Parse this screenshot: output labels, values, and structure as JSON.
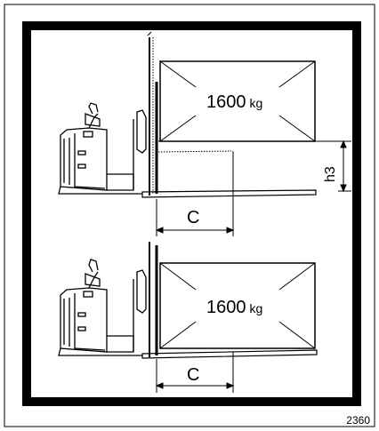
{
  "figure": {
    "reference_number": "2360",
    "load_top": {
      "value": "1600",
      "unit": "kg"
    },
    "load_bottom": {
      "value": "1600",
      "unit": "kg"
    },
    "dim_c_top": "C",
    "dim_h3": "h3",
    "dim_c_bottom": "C"
  }
}
